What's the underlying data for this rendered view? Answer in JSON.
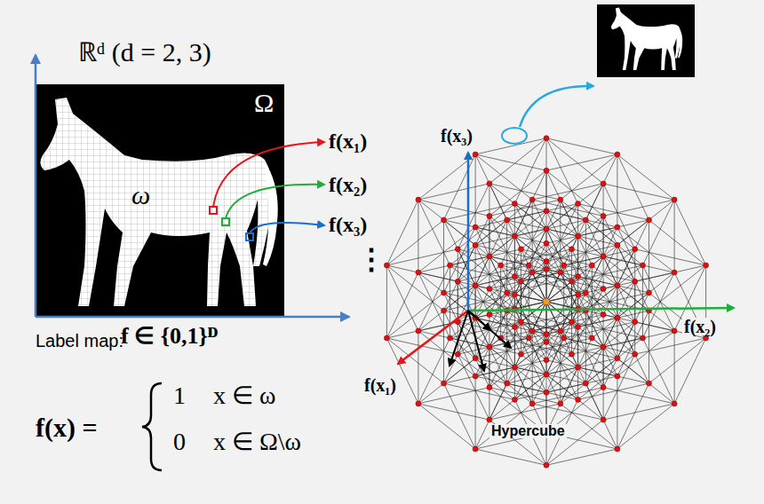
{
  "diagram": {
    "nodes": [
      {
        "text": [
          "Ω",
          "ω"
        ]
      }
    ],
    "labels": [
      "ℝᵈ (d = 2, 3)",
      "f(x₁)",
      "f(x₂)",
      "f(x₃)",
      "⋮",
      "f(x₃)",
      "f(x₂)",
      "f(x₁)",
      "Hypercube",
      "Label map:",
      "f ∈ {0,1}ᴰ",
      "f(x) =",
      "1",
      "x ∈ ω",
      "0",
      "x ∈ Ω\\ω"
    ]
  }
}
